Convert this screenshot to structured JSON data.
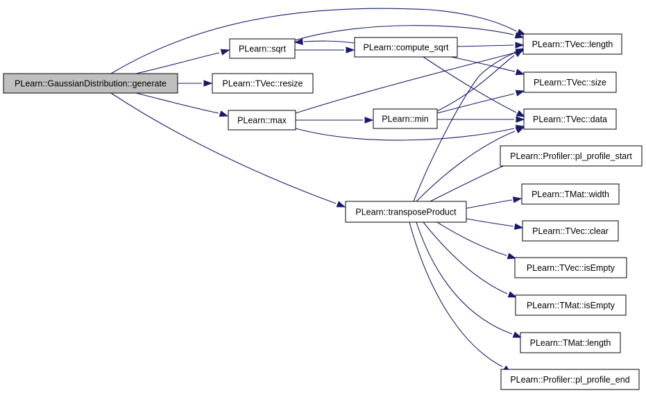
{
  "colors": {
    "edge": "#191970",
    "node_border": "#000000",
    "root_fill": "#bfbfbf",
    "node_fill": "#ffffff"
  },
  "nodes": {
    "generate": "PLearn::GaussianDistribution::generate",
    "sqrt": "PLearn::sqrt",
    "resize": "PLearn::TVec::resize",
    "max": "PLearn::max",
    "compute_sqrt": "PLearn::compute_sqrt",
    "min": "PLearn::min",
    "transposeProduct": "PLearn::transposeProduct",
    "tvec_length": "PLearn::TVec::length",
    "tvec_size": "PLearn::TVec::size",
    "tvec_data": "PLearn::TVec::data",
    "pl_profile_start": "PLearn::Profiler::pl_profile_start",
    "tmat_width": "PLearn::TMat::width",
    "tvec_clear": "PLearn::TVec::clear",
    "tvec_isEmpty": "PLearn::TVec::isEmpty",
    "tmat_isEmpty": "PLearn::TMat::isEmpty",
    "tmat_length": "PLearn::TMat::length",
    "pl_profile_end": "PLearn::Profiler::pl_profile_end"
  }
}
